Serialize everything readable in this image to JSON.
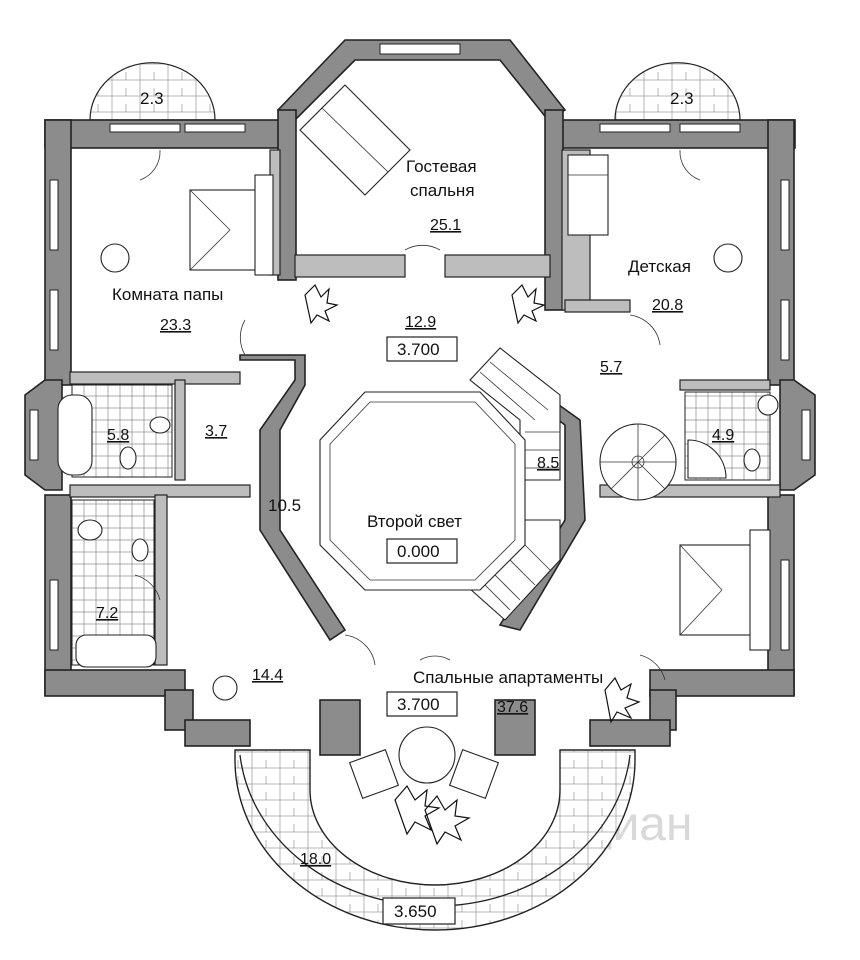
{
  "rooms": {
    "guest_bedroom": {
      "name_line1": "Гостевая",
      "name_line2": "спальня",
      "area": "25.1"
    },
    "nursery": {
      "name": "Детская",
      "area": "20.8"
    },
    "dad_room": {
      "name": "Комната папы",
      "area": "23.3"
    },
    "hall_upper": {
      "area": "12.9",
      "level": "3.700"
    },
    "corridor_right": {
      "area": "5.7"
    },
    "bath_left": {
      "area": "5.8"
    },
    "closet_left": {
      "area": "3.7"
    },
    "bath_right": {
      "area": "4.9"
    },
    "stair": {
      "area": "8.5"
    },
    "corridor_left": {
      "area": "10.5"
    },
    "second_light": {
      "name": "Второй свет",
      "level": "0.000"
    },
    "bath_lower": {
      "area": "7.2"
    },
    "dressing": {
      "area": "14.4"
    },
    "master_suite": {
      "name": "Спальные апартаменты",
      "area": "37.6",
      "level": "3.700"
    },
    "terrace": {
      "area": "18.0",
      "level": "3.650"
    },
    "balcony_left": {
      "area": "2.3"
    },
    "balcony_right": {
      "area": "2.3"
    }
  },
  "watermark": "циан"
}
